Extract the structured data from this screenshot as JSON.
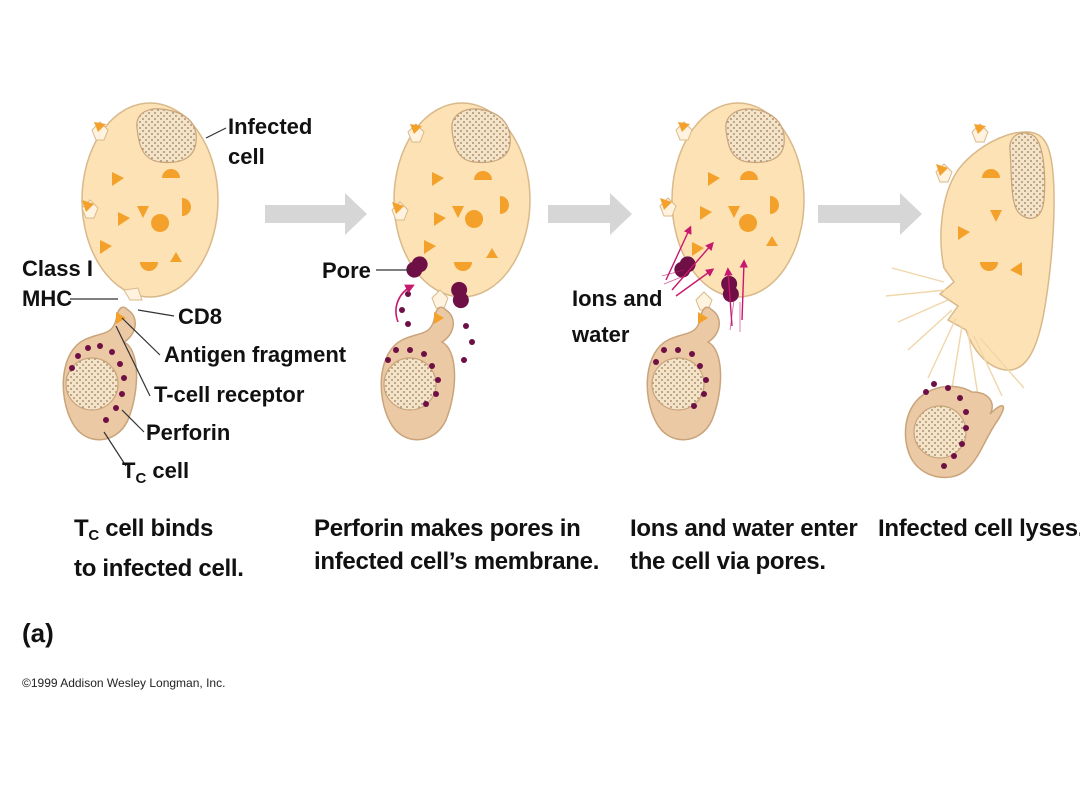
{
  "colors": {
    "cell_fill": "#fce2b4",
    "cell_outline": "#d9b98a",
    "tc_fill": "#ecc9a5",
    "nucleus_fill": "#f3e3c8",
    "antigen": "#f3a12a",
    "perforin": "#6e0f46",
    "ion_arrow": "#c8186e",
    "process_arrow": "#d6d6d6"
  },
  "labels": {
    "infected_cell": [
      "Infected",
      "cell"
    ],
    "class_i_mhc": [
      "Class I",
      "MHC"
    ],
    "cd8": "CD8",
    "antigen_fragment": "Antigen fragment",
    "t_cell_receptor": "T-cell receptor",
    "perforin": "Perforin",
    "tc_cell_main": "T",
    "tc_cell_sub": "C",
    "tc_cell_rest": " cell",
    "pore": "Pore",
    "ions_water": [
      "Ions and",
      "water"
    ]
  },
  "captions": {
    "step1_line1_main": "T",
    "step1_line1_sub": "C",
    "step1_line1_rest": " cell binds",
    "step1_line2": "to infected cell.",
    "step2_line1": "Perforin makes pores in",
    "step2_line2": "infected cell’s membrane.",
    "step3_line1": "Ions and water enter",
    "step3_line2": "the cell via pores.",
    "step4_line1": "Infected cell lyses."
  },
  "panel_label": "(a)",
  "copyright": "©1999 Addison Wesley Longman, Inc."
}
